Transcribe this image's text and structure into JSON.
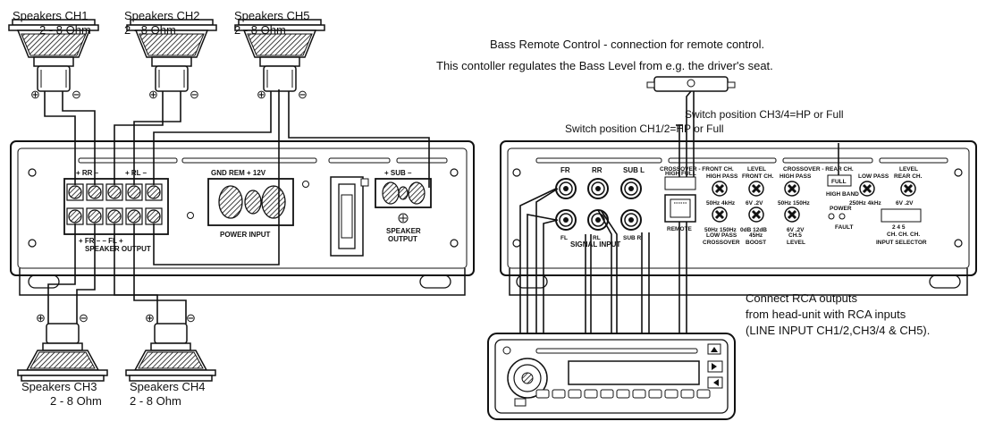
{
  "speakers": {
    "ch1": {
      "name": "Speakers  CH1",
      "ohm": "2 - 8 Ohm"
    },
    "ch2": {
      "name": "Speakers  CH2",
      "ohm": "2 - 8 Ohm"
    },
    "ch5": {
      "name": "Speakers  CH5",
      "ohm": "2 - 8 Ohm"
    },
    "ch3": {
      "name": "Speakers  CH3",
      "ohm": "2 - 8 Ohm"
    },
    "ch4": {
      "name": "Speakers  CH4",
      "ohm": "2 - 8 Ohm"
    },
    "plus": "⊕",
    "minus": "⊖"
  },
  "amp_left": {
    "rr": "+ RR –",
    "rl": "+ RL –",
    "power_top": "GND   REM   + 12V",
    "power_input": "POWER INPUT",
    "sub": "+ SUB –",
    "speaker_output_small": "SPEAKER",
    "speaker_output_small2": "OUTPUT",
    "terminal_bottom": "+ FR – – FL +",
    "speaker_output": "SPEAKER OUTPUT"
  },
  "bass_remote": {
    "line1": "Bass Remote Control - connection for remote control.",
    "line2": "This contoller regulates the Bass Level from e.g. the driver's seat."
  },
  "switches": {
    "ch34": "Switch position CH3/4=HP or Full",
    "ch12": "Switch position CH1/2=HP or Full"
  },
  "amp_right": {
    "fr": "FR",
    "rr": "RR",
    "sub_l": "SUB L",
    "fl": "FL",
    "rl": "RL",
    "sub_r": "SUB R",
    "signal_input": "SIGNAL INPUT",
    "remote": "REMOTE",
    "crossover_front": "CROSSOVER - FRONT CH.",
    "high_full": "HIGH  FULL",
    "high_pass": "HIGH PASS",
    "hz_50_4k": "50Hz  4kHz",
    "low_pass": "LOW PASS",
    "hz_50_150": "50Hz  150Hz",
    "crossover": "CROSSOVER",
    "level": "LEVEL",
    "front_ch": "FRONT CH.",
    "v_6_2": "6V   .2V",
    "db": "0dB  12dB",
    "hz45": "45Hz",
    "boost": "BOOST",
    "ch5": "CH.5",
    "level2": "LEVEL",
    "crossover_rear": "CROSSOVER - REAR CH.",
    "high_pass_rear": "HIGH PASS",
    "hz_50_150_rear": "50Hz  150Hz",
    "full": "FULL",
    "high_band": "HIGH   BAND",
    "power": "POWER",
    "fault": "FAULT",
    "low_pass_rear": "LOW PASS",
    "hz_250_4k": "250Hz   4kHz",
    "rear_level": "LEVEL",
    "rear_ch": "REAR CH.",
    "rear_v": "6V   .2V",
    "input_selector": "INPUT SELECTOR",
    "sel_nums": "2   4   5",
    "sel_ch": "CH.  CH.  CH."
  },
  "rca_note": {
    "line1": "Connect RCA outputs",
    "line2": "from head-unit with RCA inputs",
    "line3": "(LINE INPUT CH1/2,CH3/4 & CH5)."
  }
}
